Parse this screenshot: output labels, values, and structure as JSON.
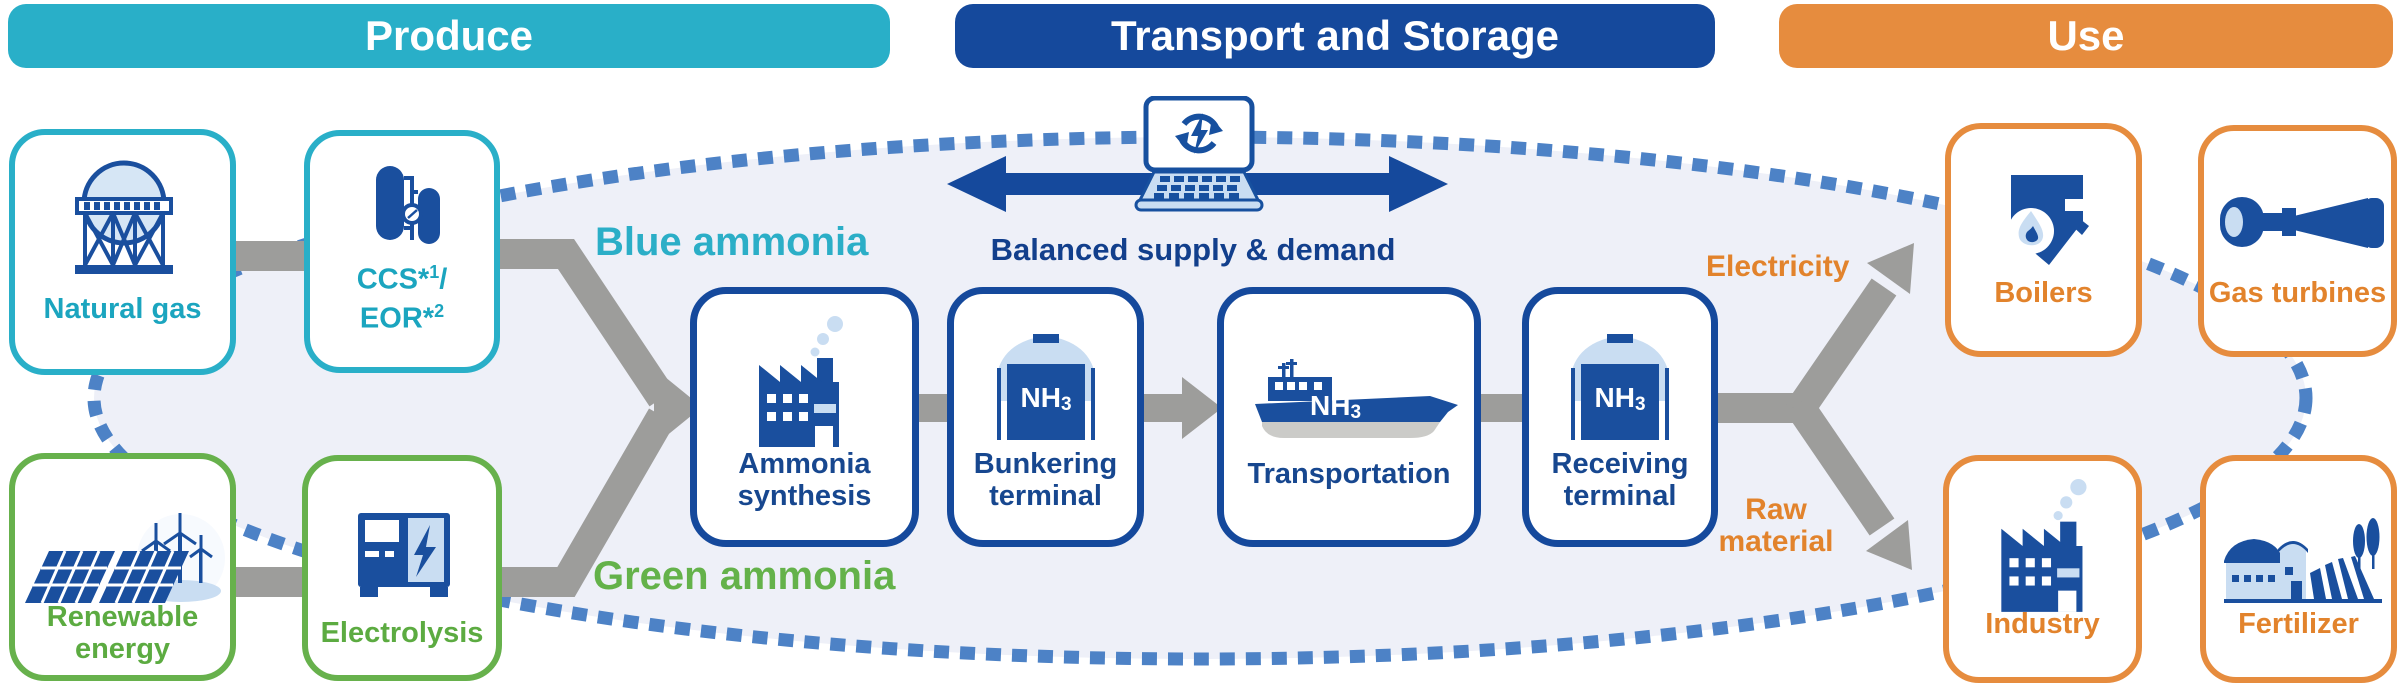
{
  "headers": {
    "produce": "Produce",
    "transport": "Transport and Storage",
    "use": "Use"
  },
  "produce": {
    "natural_gas": "Natural gas",
    "ccs_line1_main": "CCS*",
    "ccs_line1_sup": "1",
    "ccs_line1_slash": "/",
    "ccs_line2_main": "EOR*",
    "ccs_line2_sup": "2",
    "renewable_line1": "Renewable",
    "renewable_line2": "energy",
    "electrolysis": "Electrolysis",
    "blue_ammonia": "Blue ammonia",
    "green_ammonia": "Green ammonia"
  },
  "transport": {
    "balanced": "Balanced supply & demand",
    "ammonia_line1": "Ammonia",
    "ammonia_line2": "synthesis",
    "bunkering_line1": "Bunkering",
    "bunkering_line2": "terminal",
    "transportation": "Transportation",
    "receiving_line1": "Receiving",
    "receiving_line2": "terminal",
    "nh3_main": "NH",
    "nh3_sub": "3"
  },
  "use": {
    "electricity": "Electricity",
    "raw_line1": "Raw",
    "raw_line2": "material",
    "boilers": "Boilers",
    "gas_turbines": "Gas turbines",
    "industry": "Industry",
    "fertilizer": "Fertilizer"
  },
  "colors": {
    "produce_teal": "#29AFC8",
    "transport_blue": "#15499C",
    "use_orange": "#E68C3E",
    "green": "#67B14C",
    "teal_text": "#1BA5BF",
    "green_text": "#5CAB41",
    "navy_text": "#17478F",
    "orange_text": "#E2832C",
    "icon_blue": "#1A4F9E",
    "icon_light_blue": "#C9DDF2",
    "arrow_gray": "#9D9D9B",
    "dotted_blue": "#4D82C6",
    "ellipse_fill": "#EEF0F8"
  }
}
